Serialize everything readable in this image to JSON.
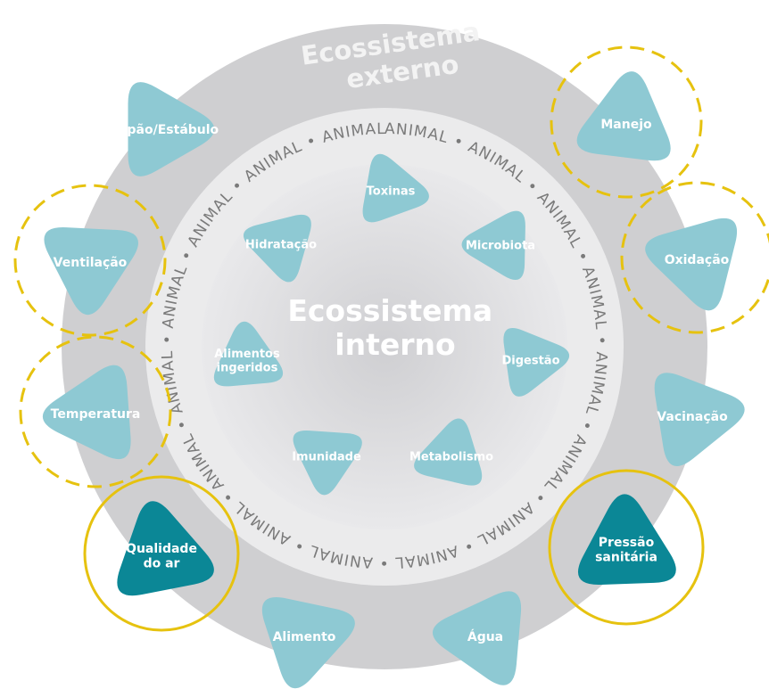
{
  "titles": {
    "outer": [
      "Ecossistema",
      "externo"
    ],
    "inner": [
      "Ecossistema",
      "interno"
    ]
  },
  "ring_word": "ANIMAL",
  "ring_separator": "•",
  "outer_nodes": [
    {
      "id": "galpao",
      "label": [
        "Galpão/Estábulo"
      ],
      "highlight": "none",
      "dark": false
    },
    {
      "id": "manejo",
      "label": [
        "Manejo"
      ],
      "highlight": "dashed",
      "dark": false
    },
    {
      "id": "oxidacao",
      "label": [
        "Oxidação"
      ],
      "highlight": "dashed",
      "dark": false
    },
    {
      "id": "vacinacao",
      "label": [
        "Vacinação"
      ],
      "highlight": "none",
      "dark": false
    },
    {
      "id": "pressao",
      "label": [
        "Pressão",
        "sanitária"
      ],
      "highlight": "solid",
      "dark": true
    },
    {
      "id": "agua",
      "label": [
        "Água"
      ],
      "highlight": "none",
      "dark": false
    },
    {
      "id": "alimento",
      "label": [
        "Alimento"
      ],
      "highlight": "none",
      "dark": false
    },
    {
      "id": "qualidade",
      "label": [
        "Qualidade",
        "do ar"
      ],
      "highlight": "solid",
      "dark": true
    },
    {
      "id": "temperatura",
      "label": [
        "Temperatura"
      ],
      "highlight": "dashed",
      "dark": false
    },
    {
      "id": "ventilacao",
      "label": [
        "Ventilação"
      ],
      "highlight": "dashed",
      "dark": false
    }
  ],
  "inner_nodes": [
    {
      "id": "toxinas",
      "label": [
        "Toxinas"
      ]
    },
    {
      "id": "microbiota",
      "label": [
        "Microbiota"
      ]
    },
    {
      "id": "digestao",
      "label": [
        "Digestão"
      ]
    },
    {
      "id": "metabolismo",
      "label": [
        "Metabolismo"
      ]
    },
    {
      "id": "imunidade",
      "label": [
        "Imunidade"
      ]
    },
    {
      "id": "alimentos",
      "label": [
        "Alimentos",
        "ingeridos"
      ]
    },
    {
      "id": "hidratacao",
      "label": [
        "Hidratação"
      ]
    }
  ],
  "colors": {
    "node_light": "#8ec9d3",
    "node_dark": "#0b8796",
    "highlight": "#e6c20f",
    "outer_ring": "#cfcfd1",
    "inner_disk": "#ebebec",
    "inner_core": "#dadadc",
    "text_white": "#ffffff"
  }
}
